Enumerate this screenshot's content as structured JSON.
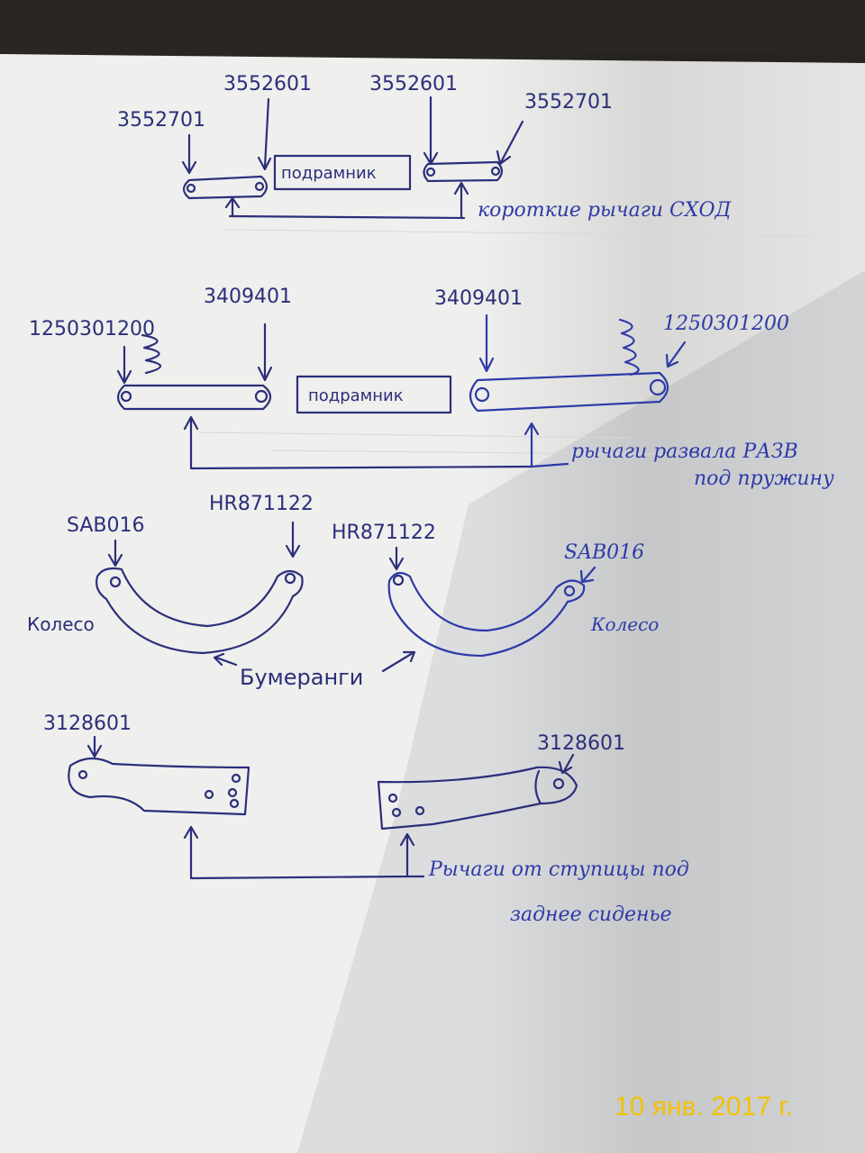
{
  "section1": {
    "part_left_outer": "3552701",
    "part_left_inner": "3552601",
    "part_right_inner": "3552601",
    "part_right_outer": "3552701",
    "center_box": "подрамник",
    "caption": "короткие рычаги СХОД"
  },
  "section2": {
    "part_left_spring": "1250301200",
    "part_left_inner": "3409401",
    "part_right_inner": "3409401",
    "part_right_spring": "1250301200",
    "center_box": "подрамник",
    "caption_line1": "рычаги развала РАЗВ",
    "caption_line2": "под пружину"
  },
  "section3": {
    "part_left_outer": "SAB016",
    "part_left_inner": "HR871122",
    "part_right_inner": "HR871122",
    "part_right_outer": "SAB016",
    "wheel_left": "Колесо",
    "wheel_right": "Колесо",
    "caption": "Бумеранги"
  },
  "section4": {
    "part_left": "3128601",
    "part_right": "3128601",
    "caption_line1": "Рычаги от ступицы под",
    "caption_line2": "заднее сиденье"
  },
  "date_stamp": "10 янв. 2017 г.",
  "colors": {
    "ink": "#2b2f7a",
    "blue_ink": "#2e3aa8",
    "date": "#f2c200",
    "paper": "#efefed"
  }
}
